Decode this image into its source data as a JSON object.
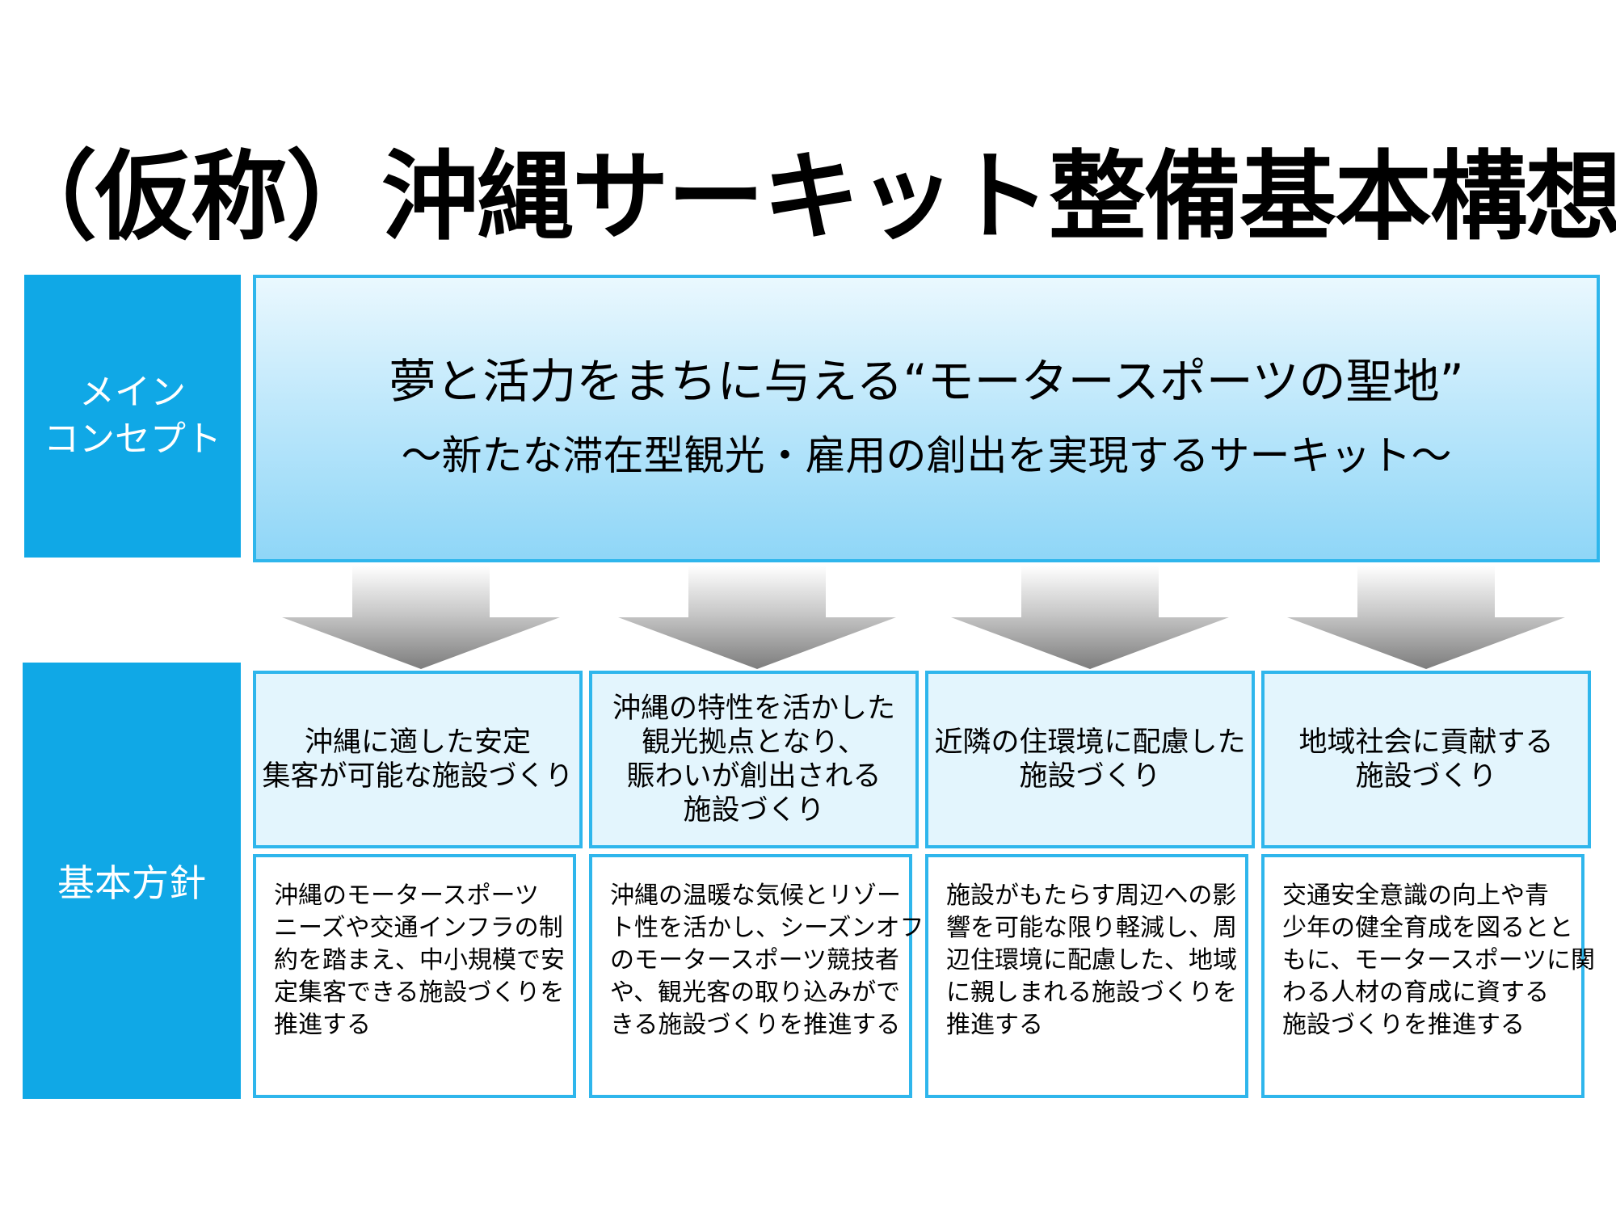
{
  "title": "（仮称）沖縄サーキット整備基本構想",
  "main_concept": {
    "label_lines": [
      "メイン",
      "コンセプト"
    ],
    "main_line": "夢と活力をまちに与える“モータースポーツの聖地”",
    "sub_line": "～新たな滞在型観光・雇用の創出を実現するサーキット～"
  },
  "basic_policy": {
    "label": "基本方針",
    "items": [
      {
        "heading_lines": [
          "沖縄に適した安定",
          "集客が可能な施設づくり"
        ],
        "body_lines": [
          "沖縄のモータースポーツ",
          "ニーズや交通インフラの制",
          "約を踏まえ、中小規模で安",
          "定集客できる施設づくりを",
          "推進する"
        ]
      },
      {
        "heading_lines": [
          "沖縄の特性を活かした",
          "観光拠点となり、",
          "賑わいが創出される",
          "施設づくり"
        ],
        "body_lines": [
          "沖縄の温暖な気候とリゾー",
          "ト性を活かし、シーズンオフ",
          "のモータースポーツ競技者",
          "や、観光客の取り込みがで",
          "きる施設づくりを推進する"
        ]
      },
      {
        "heading_lines": [
          "近隣の住環境に配慮した",
          "施設づくり"
        ],
        "body_lines": [
          "施設がもたらす周辺への影",
          "響を可能な限り軽減し、周",
          "辺住環境に配慮した、地域",
          "に親しまれる施設づくりを",
          "推進する"
        ]
      },
      {
        "heading_lines": [
          "地域社会に貢献する",
          "施設づくり"
        ],
        "body_lines": [
          "交通安全意識の向上や青",
          "少年の健全育成を図るとと",
          "もに、モータースポーツに関",
          "わる人材の育成に資する",
          "施設づくりを推進する"
        ]
      }
    ]
  },
  "colors": {
    "label_bg": "#10a8e6",
    "border": "#2fb6ec",
    "heading_bg": "#e3f5fd"
  }
}
